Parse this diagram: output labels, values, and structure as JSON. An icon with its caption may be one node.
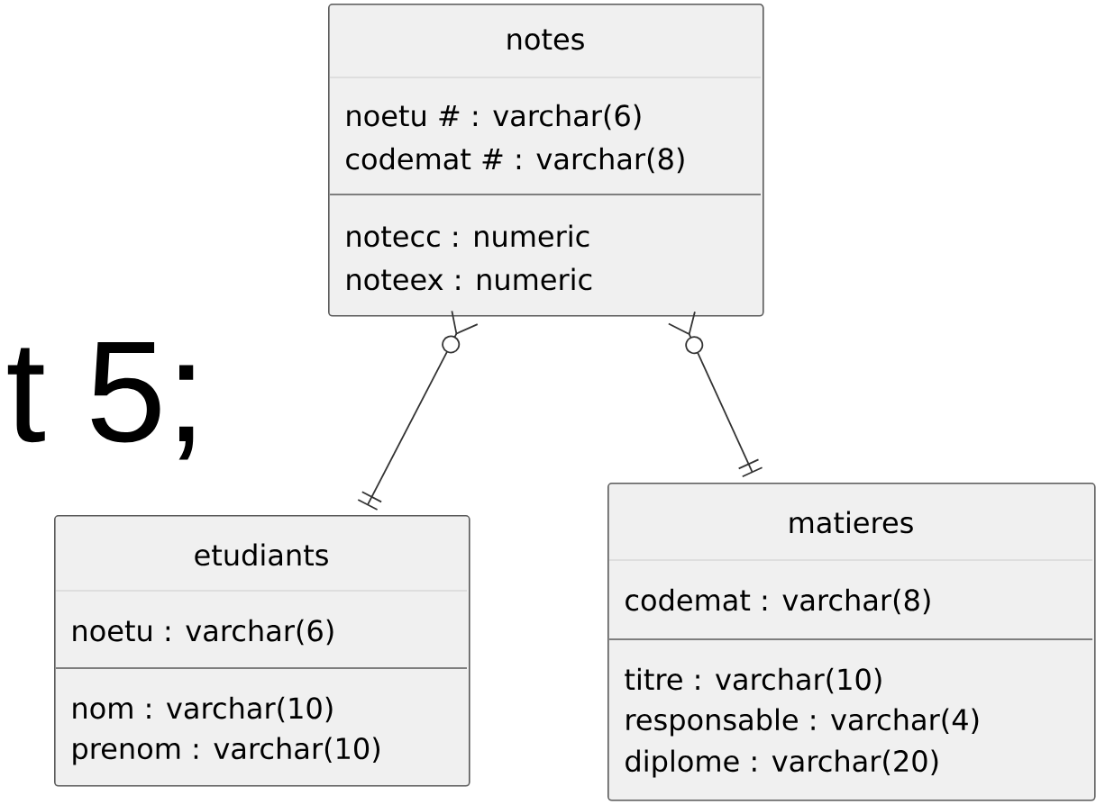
{
  "diagram": {
    "nodes": [
      {
        "text": [
          "notes",
          "noetu # : varchar(6)",
          "codemat # : varchar(8)",
          "notecc : numeric",
          "noteex : numeric"
        ]
      },
      {
        "text": [
          "etudiants",
          "noetu : varchar(6)",
          "nom : varchar(10)",
          "prenom : varchar(10)"
        ]
      },
      {
        "text": [
          "matieres",
          "codemat : varchar(8)",
          "titre : varchar(10)",
          "responsable : varchar(4)",
          "diplome : varchar(20)"
        ]
      }
    ],
    "edges": [
      {
        "from": 0,
        "to": 1,
        "arrow": "other"
      },
      {
        "from": 0,
        "to": 2,
        "arrow": "other"
      }
    ],
    "labels": [
      "t 5;"
    ]
  }
}
